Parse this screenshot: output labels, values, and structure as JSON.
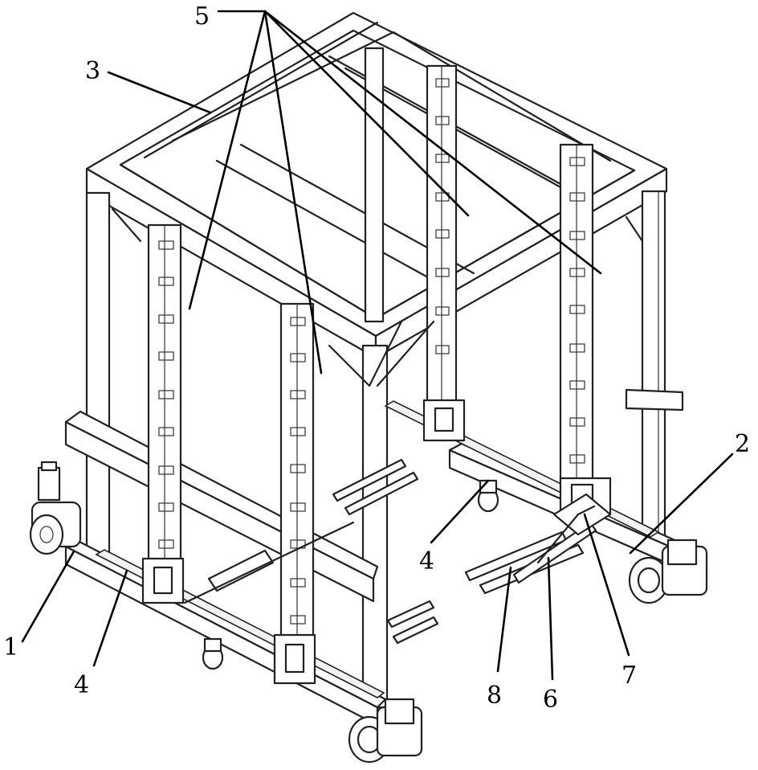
{
  "callouts": {
    "c1": "1",
    "c2": "2",
    "c3": "3",
    "c4_left": "4",
    "c4_right": "4",
    "c5": "5",
    "c6": "6",
    "c7": "7",
    "c8": "8"
  },
  "colors": {
    "line": "#222222",
    "background": "#ffffff"
  }
}
